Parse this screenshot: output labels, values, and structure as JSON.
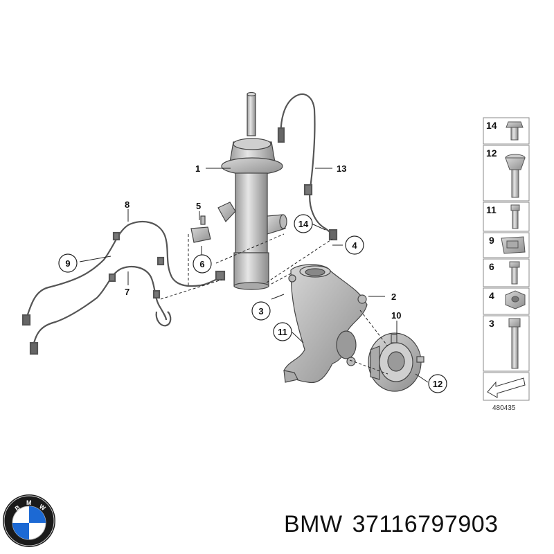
{
  "diagram": {
    "callouts": {
      "c1": "1",
      "c2": "2",
      "c3": "3",
      "c4": "4",
      "c5": "5",
      "c6": "6",
      "c7": "7",
      "c8": "8",
      "c9": "9",
      "c10": "10",
      "c11": "11",
      "c12": "12",
      "c13": "13",
      "c14": "14"
    },
    "legend": [
      "14",
      "12",
      "11",
      "9",
      "6",
      "4",
      "3"
    ],
    "reference_code": "480435"
  },
  "logo": {
    "brand": "BMW",
    "letters": [
      "B",
      "M",
      "W"
    ],
    "colors": {
      "blue": "#1c69d4",
      "ring": "#1a1a1a",
      "white": "#ffffff"
    }
  },
  "caption": {
    "brand": "BMW",
    "part_number": "37116797903"
  }
}
